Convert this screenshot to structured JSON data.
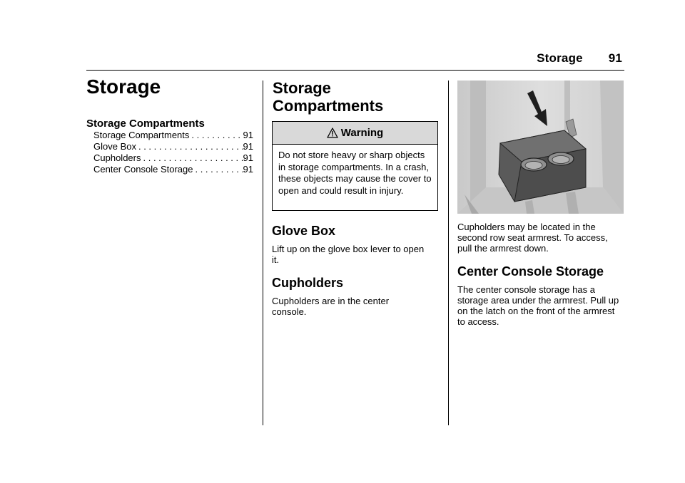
{
  "header": {
    "title": "Storage",
    "page_number": "91"
  },
  "chapter": {
    "title": "Storage",
    "toc_heading": "Storage Compartments",
    "toc": [
      {
        "label": "Storage Compartments",
        "page": "91"
      },
      {
        "label": "Glove Box",
        "page": "91"
      },
      {
        "label": "Cupholders",
        "page": "91"
      },
      {
        "label": "Center Console Storage",
        "page": "91"
      }
    ]
  },
  "section": {
    "title_line1": "Storage",
    "title_line2": "Compartments",
    "warning": {
      "title": "Warning",
      "body": "Do not store heavy or sharp objects in storage compartments. In a crash, these objects may cause the cover to open and could result in injury."
    },
    "glove_box": {
      "heading": "Glove Box",
      "text": "Lift up on the glove box lever to open it."
    },
    "cupholders": {
      "heading": "Cupholders",
      "text": "Cupholders are in the center console."
    }
  },
  "right": {
    "photo_caption": "Cupholders may be located in the second row seat armrest. To access, pull the armrest down.",
    "center_console": {
      "heading": "Center Console Storage",
      "text": "The center console storage has a storage area under the armrest. Pull up on the latch on the front of the armrest to access."
    }
  }
}
